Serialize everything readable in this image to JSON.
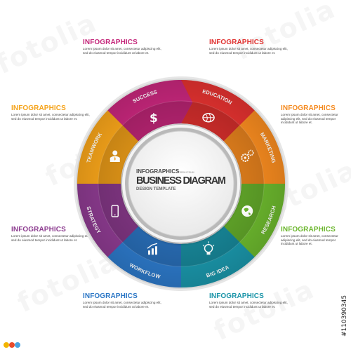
{
  "colors": {
    "red": "#e0312f",
    "orange": "#f58a1f",
    "green": "#6bb62d",
    "teal": "#1a94a8",
    "blue": "#2c77c6",
    "purple": "#8b3a8e",
    "magenta": "#c4267a",
    "yellow": "#f5b617"
  },
  "segments": [
    {
      "label": "EDUCATION",
      "icon": "brain-icon",
      "color": "#e0312f"
    },
    {
      "label": "MARKETING",
      "icon": "gears-icon",
      "color": "#f58a1f"
    },
    {
      "label": "RESEARCH",
      "icon": "globe-icon",
      "color": "#6bb62d"
    },
    {
      "label": "BIG IDEA",
      "icon": "lightbulb-icon",
      "color": "#1a94a8"
    },
    {
      "label": "WORKFLOW",
      "icon": "bar-chart-icon",
      "color": "#2c77c6"
    },
    {
      "label": "STRATEGY",
      "icon": "smartphone-icon",
      "color": "#8b3a8e"
    },
    {
      "label": "TEAMWORK",
      "icon": "person-icon",
      "color": "#f5a31a"
    },
    {
      "label": "SUCCESS",
      "icon": "dollar-icon",
      "color": "#c4267a"
    }
  ],
  "center": {
    "top_label": "INFOGRAPHICS",
    "top_small": "LOREM IPSUM",
    "title": "BUSINESS DIAGRAM",
    "subtitle": "DESIGN TEMPLATE"
  },
  "info_blocks": [
    {
      "title": "INFOGRAPHICS",
      "color": "#c4267a",
      "text": "Lorem ipsum dolor sit amet, consectetur adipiscing elit, sed do eiusmod tempor incididunt ut labore et."
    },
    {
      "title": "INFOGRAPHICS",
      "color": "#e0312f",
      "text": "Lorem ipsum dolor sit amet, consectetur adipiscing elit, sed do eiusmod tempor incididunt ut labore et."
    },
    {
      "title": "INFOGRAPHICS",
      "color": "#f5a31a",
      "text": "Lorem ipsum dolor sit amet, consectetur adipiscing elit, sed do eiusmod tempor incididunt ut labore et."
    },
    {
      "title": "INFOGRAPHICS",
      "color": "#f58a1f",
      "text": "Lorem ipsum dolor sit amet, consectetur adipiscing elit, sed do eiusmod tempor incididunt ut labore et."
    },
    {
      "title": "INFOGRAPHICS",
      "color": "#8b3a8e",
      "text": "Lorem ipsum dolor sit amet, consectetur adipiscing elit, sed do eiusmod tempor incididunt ut labore et."
    },
    {
      "title": "INFOGRAPHICS",
      "color": "#6bb62d",
      "text": "Lorem ipsum dolor sit amet, consectetur adipiscing elit, sed do eiusmod tempor incididunt ut labore et."
    },
    {
      "title": "INFOGRAPHICS",
      "color": "#2c77c6",
      "text": "Lorem ipsum dolor sit amet, consectetur adipiscing elit, sed do eiusmod tempor incididunt ut labore et."
    },
    {
      "title": "INFOGRAPHICS",
      "color": "#1a94a8",
      "text": "Lorem ipsum dolor sit amet, consectetur adipiscing elit, sed do eiusmod tempor incididunt ut labore et."
    }
  ],
  "watermark": "fotolia",
  "stock_id": "#110390345"
}
